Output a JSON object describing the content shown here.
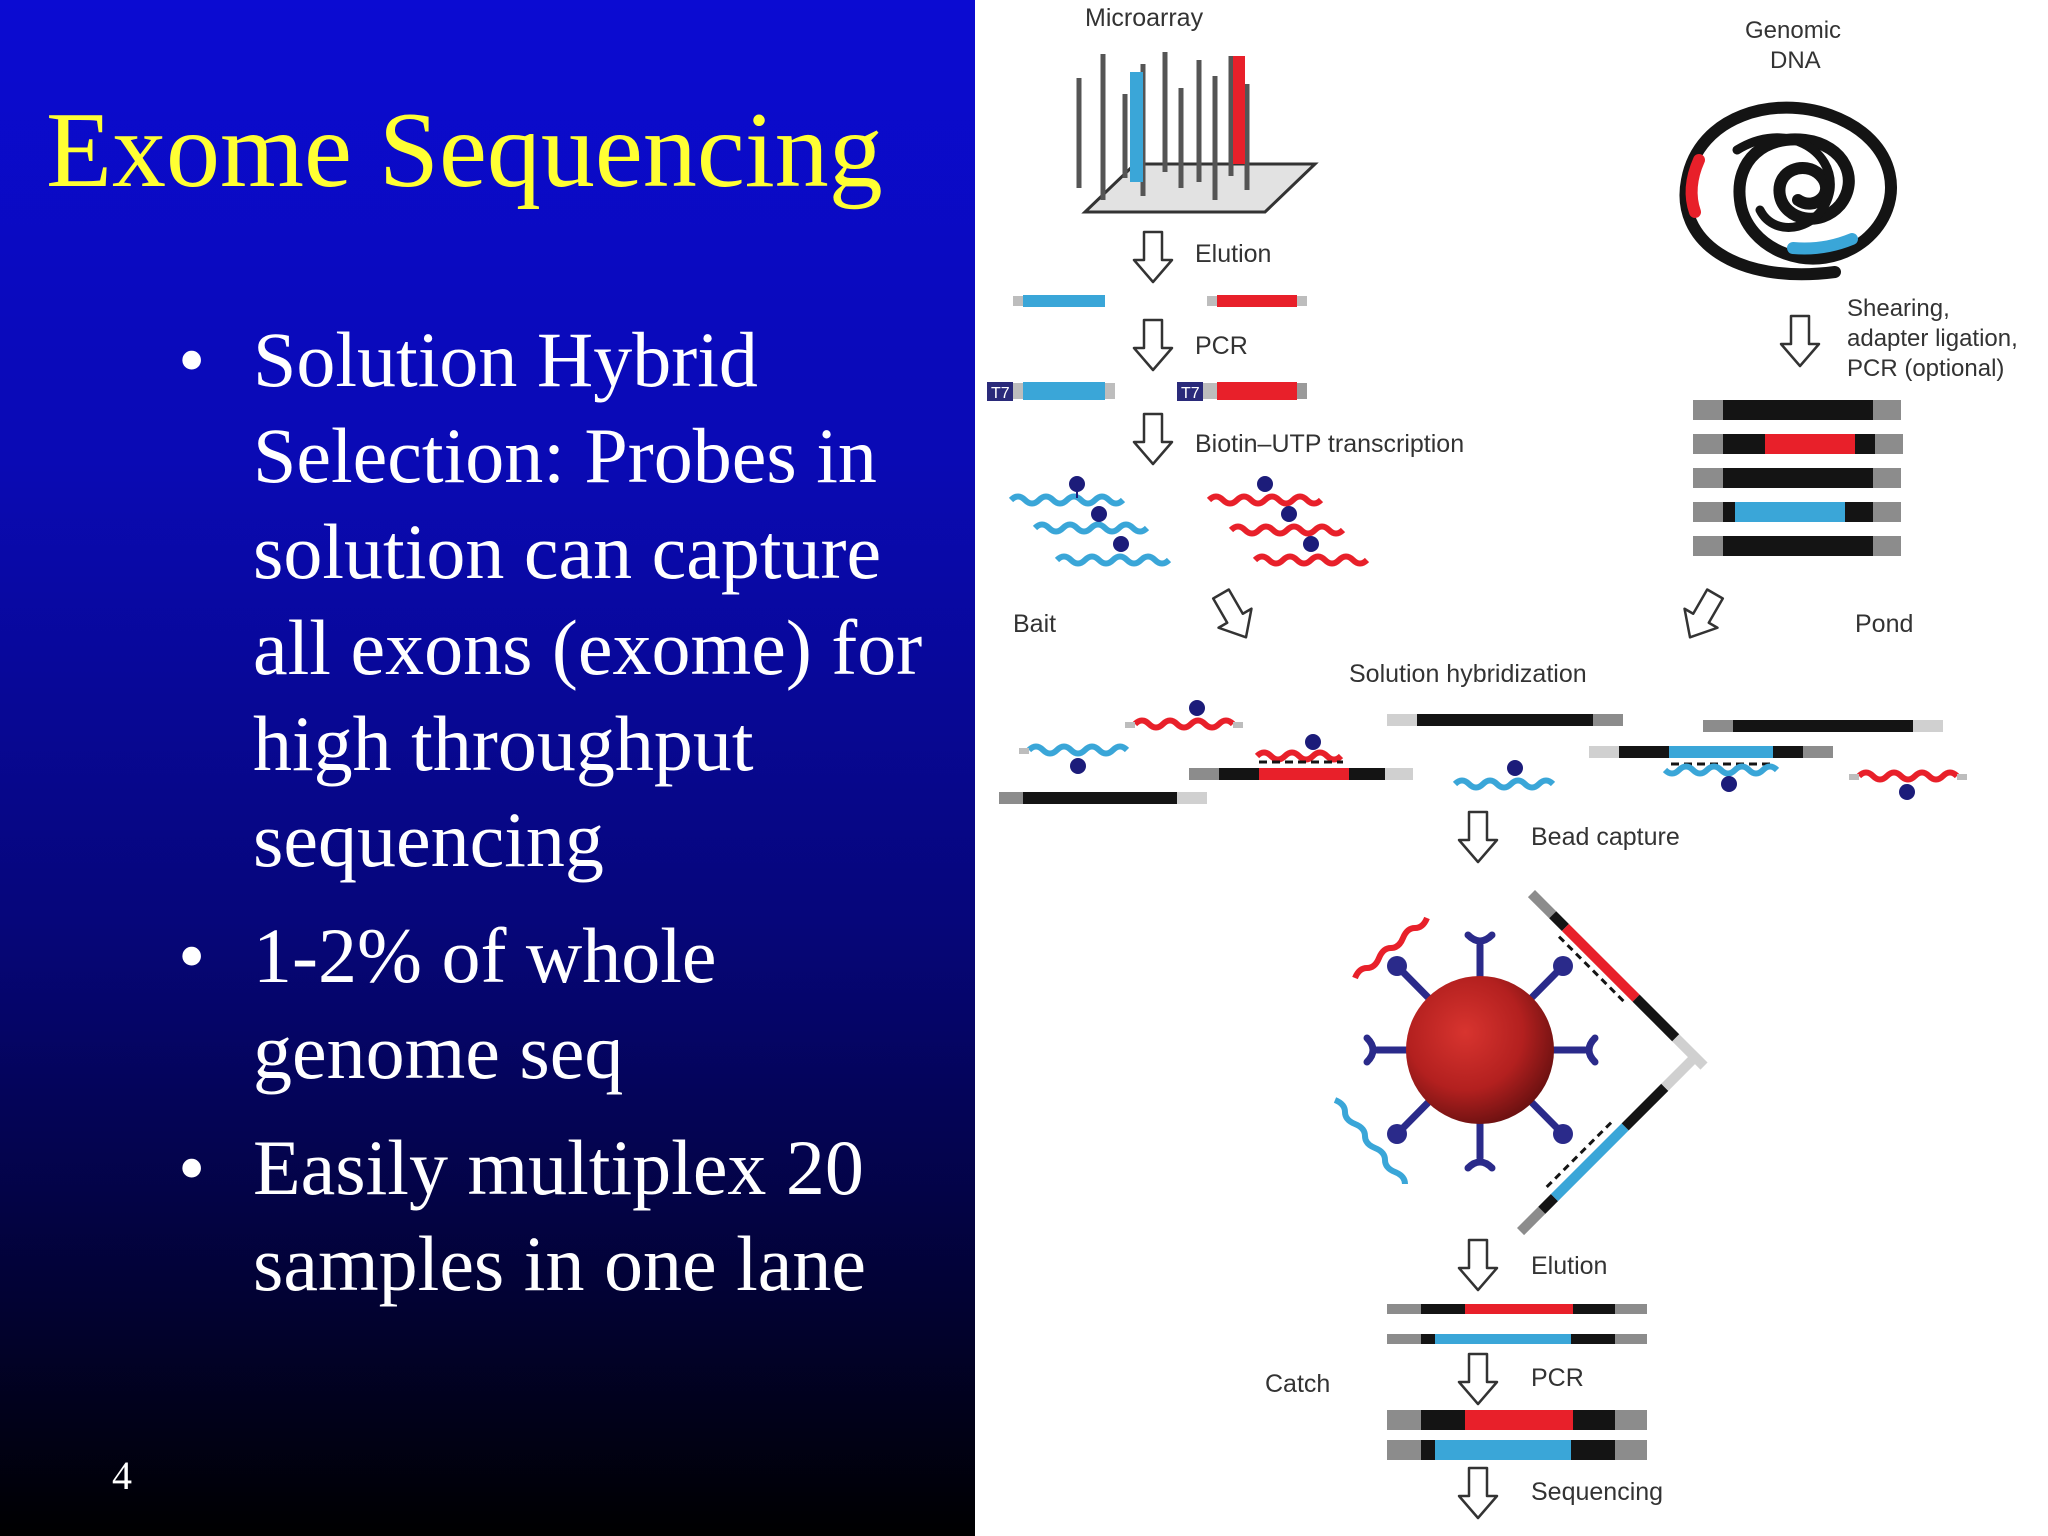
{
  "slide": {
    "title": "Exome Sequencing",
    "bullets": [
      "Solution Hybrid Selection: Probes in solution can capture all exons (exome) for high throughput sequencing",
      "1-2% of whole genome seq",
      "Easily multiplex 20 samples in one lane"
    ],
    "bullet_char": "•",
    "page_number": "4"
  },
  "diagram": {
    "labels": {
      "microarray": "Microarray",
      "genomic_dna_line1": "Genomic",
      "genomic_dna_line2": "DNA",
      "elution_top": "Elution",
      "pcr_top": "PCR",
      "t7": "T7",
      "biotin": "Biotin–UTP transcription",
      "shearing_line1": "Shearing,",
      "shearing_line2": "adapter ligation,",
      "shearing_line3": "PCR (optional)",
      "bait": "Bait",
      "pond": "Pond",
      "solution_hybridization": "Solution hybridization",
      "bead_capture": "Bead capture",
      "elution_bottom": "Elution",
      "catch": "Catch",
      "pcr_bottom": "PCR",
      "sequencing": "Sequencing"
    },
    "icons": {
      "flow_arrow": "down-arrow-outline",
      "bead": "streptavidin-bead",
      "biotin": "biotin-dot"
    }
  },
  "colors": {
    "background_top": "#0b0bd2",
    "background_bottom": "#000000",
    "title": "#ffff33",
    "bullet_text": "#ffffff",
    "exon_red": "#e8202a",
    "exon_blue": "#3aa6d8",
    "adapter_gray": "#9a9a9a",
    "genomic_black": "#141414",
    "biotin_navy": "#1c1c7a",
    "bead_red": "#b3201f"
  }
}
